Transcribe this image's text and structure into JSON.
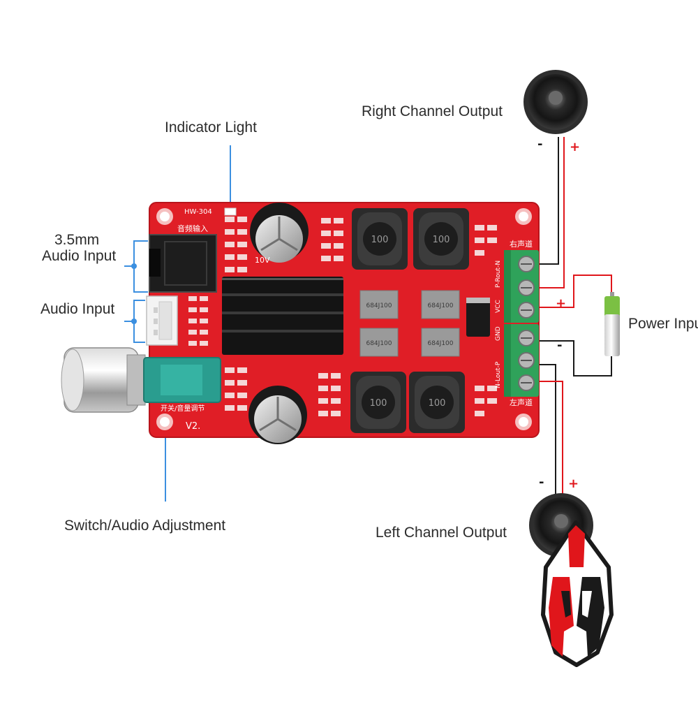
{
  "labels": {
    "indicator_light": "Indicator Light",
    "audio_jack_line1": "3.5mm",
    "audio_jack_line2": "Audio Input",
    "audio_input": "Audio Input",
    "switch_adjust": "Switch/Audio Adjustment",
    "right_output": "Right Channel Output",
    "left_output": "Left Channel Output",
    "power_input": "Power Input"
  },
  "polarity": {
    "minus": "-",
    "plus": "+"
  },
  "board": {
    "model": "HW-304",
    "version": "V2.",
    "input_cn": "音频输入",
    "knob_cn": "开关/音量调节",
    "right_cn": "右声道",
    "left_cn": "左声道",
    "inductor_value": "100",
    "cap_value": "684J100",
    "cap_rating": "10V",
    "terminal_pins": [
      "P-Rout-N",
      "VCC",
      "GND",
      "N-Lout-P"
    ]
  },
  "colors": {
    "pcb": "#e01e26",
    "heatsink": "#141414",
    "terminal": "#2fa25a",
    "pointer": "#3b8fe0",
    "wire_red": "#e0161b",
    "wire_black": "#1a1a1a",
    "battery": "#7bc043"
  }
}
